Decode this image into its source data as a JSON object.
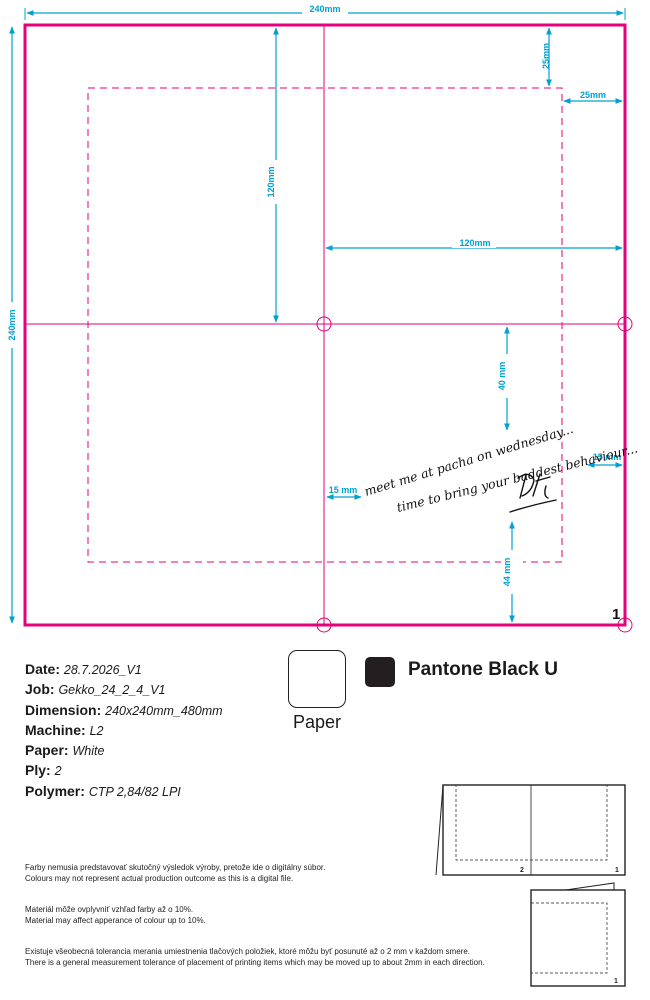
{
  "dimensions": {
    "total_width": "240mm",
    "total_height": "240mm",
    "top_margin": "25mm",
    "right_margin": "25mm",
    "panel_height": "120mm",
    "panel_width": "120mm",
    "text_from_center": "40 mm",
    "right_text_margin": "15 mm",
    "left_text_margin": "15 mm",
    "bottom_text_margin": "44 mm"
  },
  "handwriting": {
    "line1": "meet me at pacha on wednesday...",
    "line2": "time to bring your baddest behaviour..."
  },
  "page_number": "1",
  "specs": [
    {
      "label": "Date:",
      "value": "28.7.2026_V1"
    },
    {
      "label": "Job:",
      "value": "Gekko_24_2_4_V1"
    },
    {
      "label": "Dimension:",
      "value": "240x240mm_480mm"
    },
    {
      "label": "Machine:",
      "value": "L2"
    },
    {
      "label": "Paper:",
      "value": "White"
    },
    {
      "label": "Ply:",
      "value": "2"
    },
    {
      "label": "Polymer:",
      "value": "CTP 2,84/82 LPI"
    }
  ],
  "swatches": {
    "paper_label": "Paper",
    "ink_label": "Pantone Black U",
    "ink_color": "#231f20",
    "dieline_color": "#e5007e",
    "dimension_color": "#00a0d2"
  },
  "notes": [
    {
      "sk": "Farby nemusia predstavovať skutočný výsledok výroby, pretože ide o digitálny súbor.",
      "en": "Colours may not represent actual production outcome as this is a digital file."
    },
    {
      "sk": "Materiál môže ovplyvniť vzhľad farby až o 10%.",
      "en": "Material may affect apperance of colour up to 10%."
    },
    {
      "sk": "Existuje všeobecná tolerancia merania umiestnenia tlačových položiek, ktoré môžu byť posunuté až o 2 mm v každom smere.",
      "en": "There is a general measurement tolerance of placement of printing items which may be moved up to about 2mm in each direction."
    }
  ],
  "fold_diagrams": {
    "open_left_number": "2",
    "open_right_number": "1",
    "folded_number": "1"
  }
}
